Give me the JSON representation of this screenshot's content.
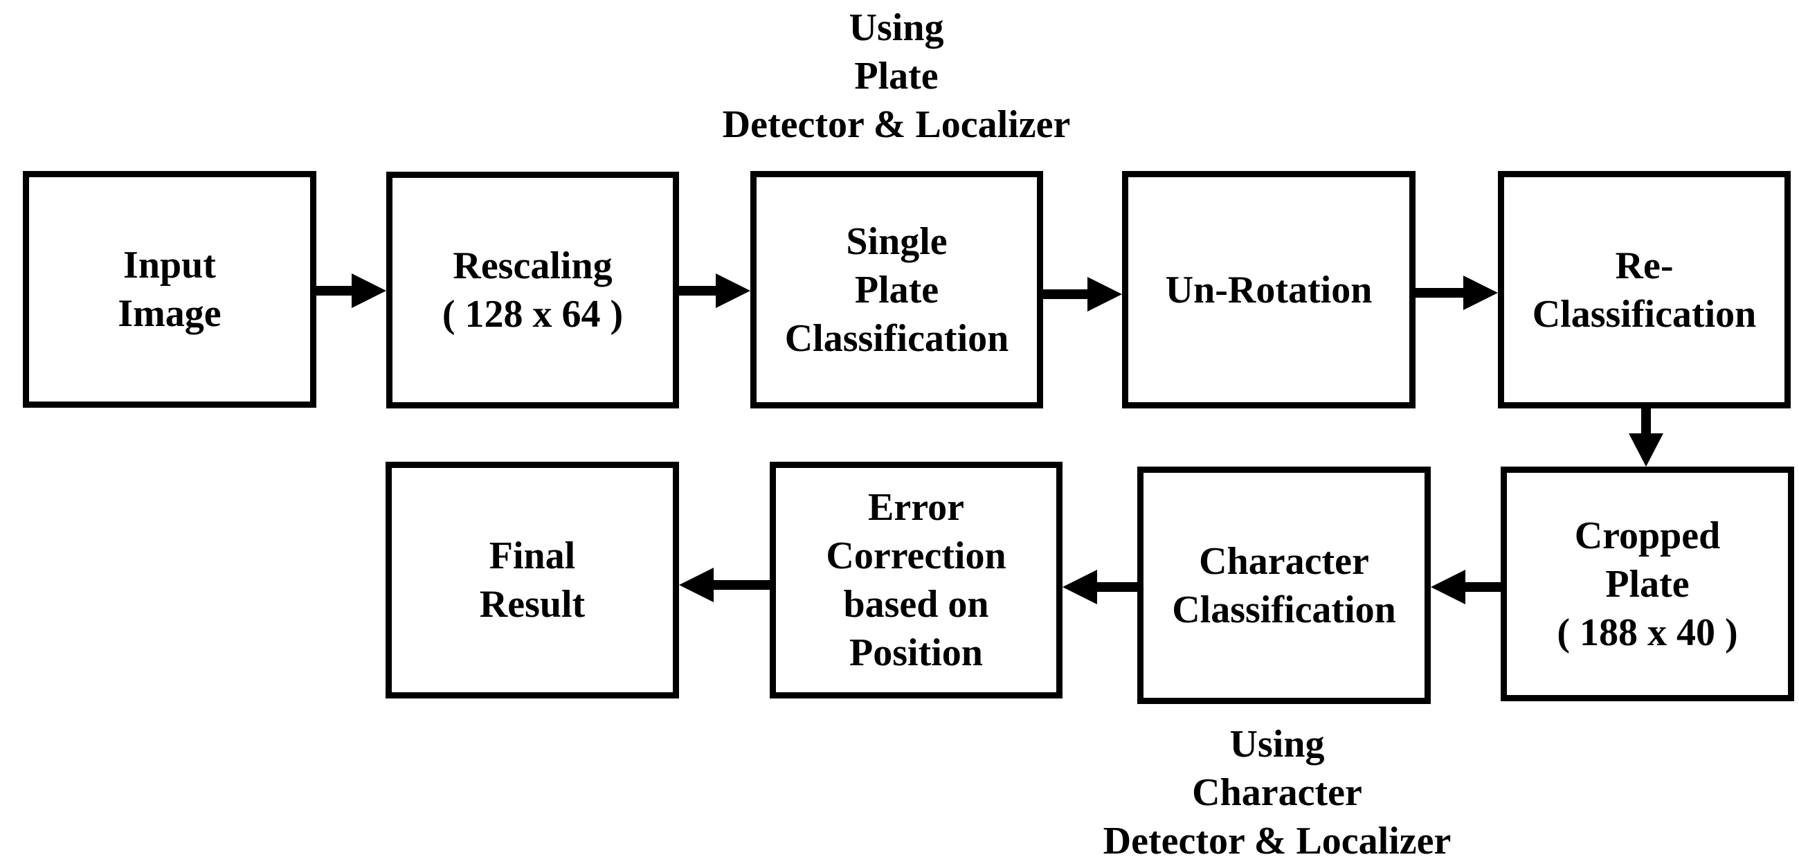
{
  "diagram": {
    "top_annotation": "Using\nPlate\nDetector & Localizer",
    "bottom_annotation": "Using\nCharacter\nDetector & Localizer",
    "boxes": {
      "input_image": "Input\nImage",
      "rescaling": "Rescaling\n( 128 x 64 )",
      "single_plate_classification": "Single\nPlate\nClassification",
      "un_rotation": "Un-Rotation",
      "re_classification": "Re-\nClassification",
      "cropped_plate": "Cropped\nPlate\n( 188 x 40 )",
      "character_classification": "Character\nClassification",
      "error_correction": "Error\nCorrection\nbased on\nPosition",
      "final_result": "Final\nResult"
    }
  }
}
